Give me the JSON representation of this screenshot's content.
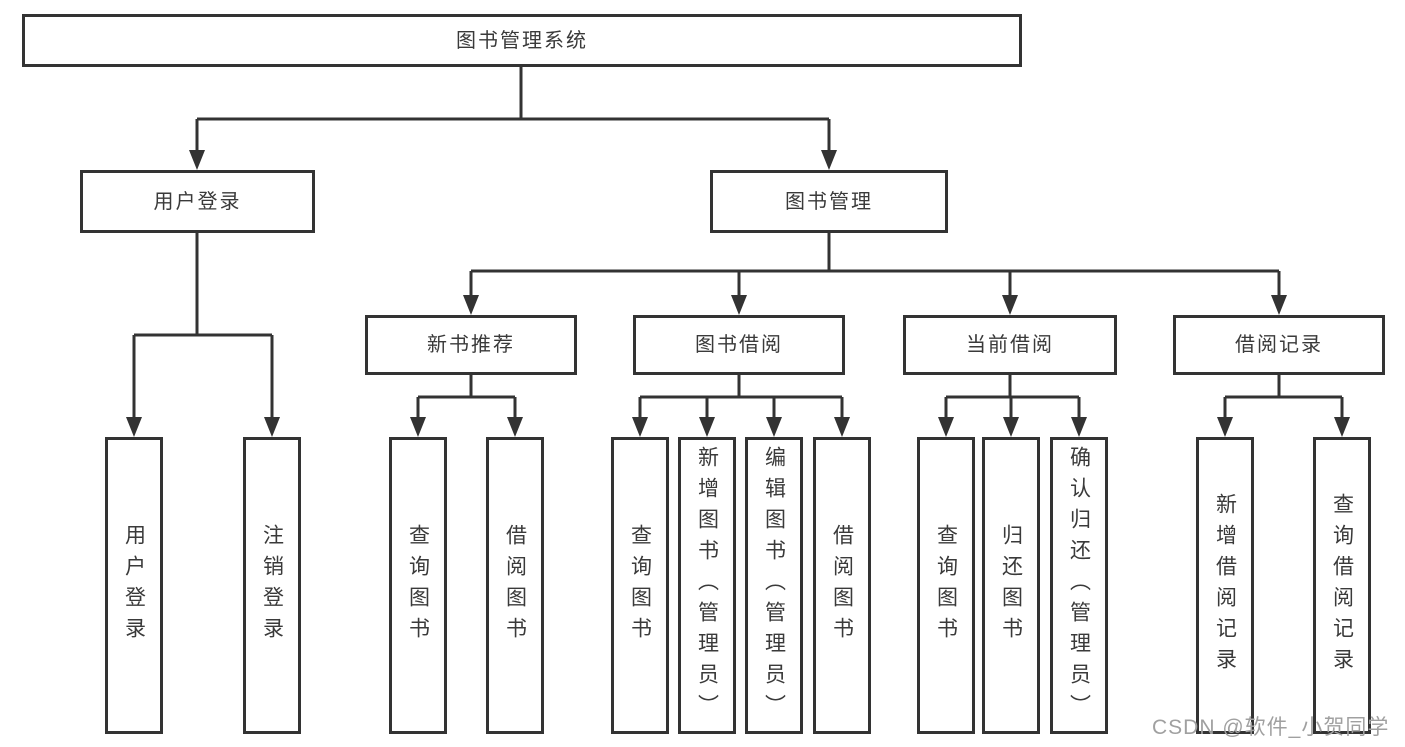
{
  "tree": {
    "root": "图书管理系统",
    "branches": [
      {
        "label": "用户登录",
        "children": [
          "用户登录",
          "注销登录"
        ]
      },
      {
        "label": "图书管理",
        "groups": [
          {
            "label": "新书推荐",
            "children": [
              "查询图书",
              "借阅图书"
            ]
          },
          {
            "label": "图书借阅",
            "children": [
              "查询图书",
              "新增图书（管理员）",
              "编辑图书（管理员）",
              "借阅图书"
            ]
          },
          {
            "label": "当前借阅",
            "children": [
              "查询图书",
              "归还图书",
              "确认归还（管理员）"
            ]
          },
          {
            "label": "借阅记录",
            "children": [
              "新增借阅记录",
              "查询借阅记录"
            ]
          }
        ]
      }
    ]
  },
  "watermark": "CSDN @软件_小贺同学",
  "colors": {
    "line": "#333333",
    "box_border": "#333333",
    "box_background": "#ffffff",
    "text": "#3a3a3a",
    "watermark": "#a0a0a0",
    "page_background": "#ffffff"
  }
}
